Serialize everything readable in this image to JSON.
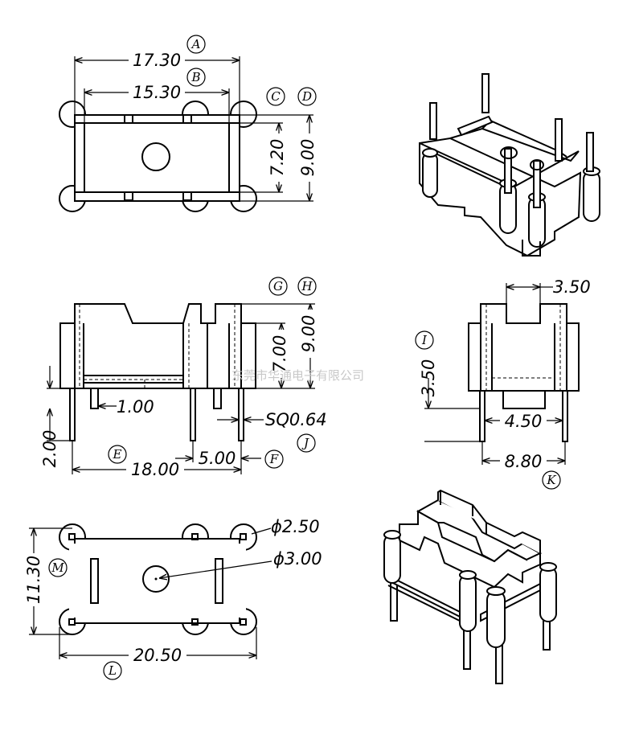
{
  "watermark": "东莞市华通电子有限公司",
  "views": {
    "top": {
      "dims": {
        "a": "17.30",
        "b": "15.30",
        "c": "7.20",
        "d": "9.00"
      },
      "letters": {
        "a": "A",
        "b": "B",
        "c": "C",
        "d": "D"
      }
    },
    "front": {
      "dims": {
        "g": "7.00",
        "h": "9.00",
        "pin_w": "1.00",
        "pin_len": "2.00",
        "e": "18.00",
        "f": "5.00",
        "pin_sq": "SQ0.64"
      },
      "letters": {
        "g": "G",
        "h": "H",
        "e": "E",
        "f": "F",
        "j": "J"
      }
    },
    "side": {
      "dims": {
        "slot": "3.50",
        "i": "3.50",
        "inner": "4.50",
        "k": "8.80"
      },
      "letters": {
        "i": "I",
        "k": "K"
      }
    },
    "bottom": {
      "dims": {
        "hole_small": "ϕ2.50",
        "hole_center": "ϕ3.00",
        "m": "11.30",
        "l": "20.50"
      },
      "letters": {
        "m": "M",
        "l": "L"
      }
    }
  }
}
